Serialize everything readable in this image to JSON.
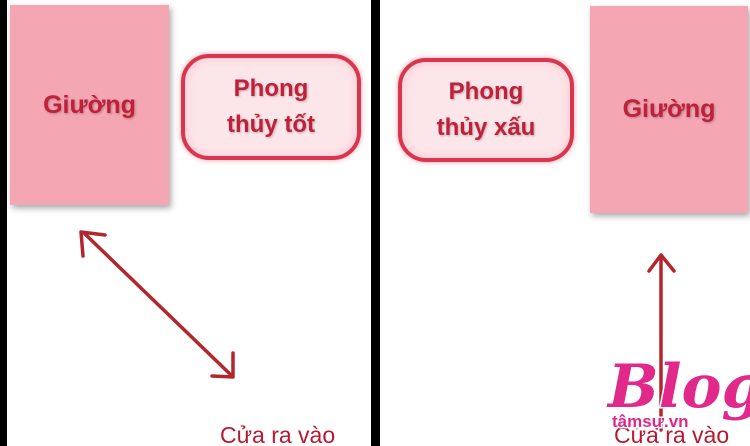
{
  "left": {
    "bed_label": "Giường",
    "bubble_line1": "Phong",
    "bubble_line2": "thủy tốt",
    "door_label": "Cửa ra vào"
  },
  "right": {
    "bed_label": "Giường",
    "bubble_line1": "Phong",
    "bubble_line2": "thủy xấu",
    "door_label": "Cửa ra vào"
  },
  "watermark": {
    "brand": "Blog",
    "site": "tâmsự.vn"
  },
  "colors": {
    "bed_fill": "#f4a6b3",
    "text_red": "#c0203a",
    "arrow_red": "#b3262e",
    "bubble_border": "#d9364e",
    "divider": "#000000",
    "watermark": "#e0298a"
  }
}
